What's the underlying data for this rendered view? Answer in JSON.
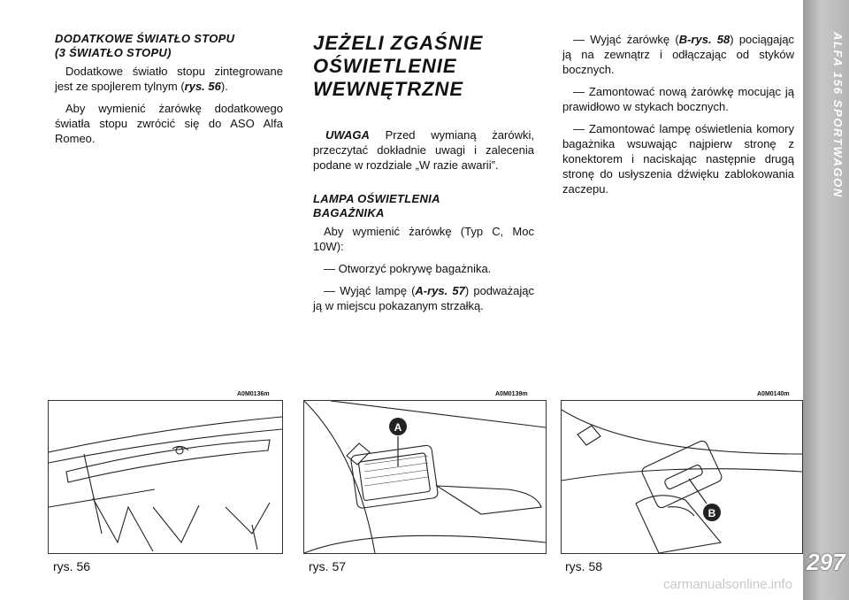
{
  "sidebar": {
    "title": "ALFA 156 SPORTWAGON",
    "page_number": "297"
  },
  "col1": {
    "heading_l1": "DODATKOWE ŚWIATŁO STOPU",
    "heading_l2": "(3 ŚWIATŁO STOPU)",
    "p1_text": "Dodatkowe światło stopu zintegrowane jest ze spojlerem tylnym (",
    "p1_ref": "rys. 56",
    "p1_end": ").",
    "p2": "Aby wymienić żarówkę dodatkowego światła stopu zwrócić się do ASO Alfa Romeo."
  },
  "col2": {
    "title_l1": "JEŻELI ZGAŚNIE",
    "title_l2": "OŚWIETLENIE",
    "title_l3": "WEWNĘTRZNE",
    "warning_label": "UWAGA",
    "warning_text": " Przed wymianą żarówki, przeczytać dokładnie uwagi i zalecenia podane w rozdziale „W razie awarii”.",
    "sub_l1": "LAMPA OŚWIETLENIA",
    "sub_l2": "BAGAŻNIKA",
    "p1": "Aby wymienić żarówkę (Typ C, Moc 10W):",
    "p2": "— Otworzyć pokrywę bagażnika.",
    "p3_start": "— Wyjąć lampę (",
    "p3_ref": "A-rys. 57",
    "p3_end": ") podważając ją w miejscu pokazanym strzałką."
  },
  "col3": {
    "p1_start": "— Wyjąć żarówkę (",
    "p1_ref": "B-rys. 58",
    "p1_end": ") pociągając ją na zewnątrz i odłączając od styków bocznych.",
    "p2": "— Zamontować nową żarówkę mocując ją prawidłowo w stykach bocznych.",
    "p3": "— Zamontować lampę oświetlenia komory bagażnika wsuwając najpierw stronę z konektorem i naciskając następnie drugą stronę do usłyszenia dźwięku zablokowania zaczepu."
  },
  "figures": [
    {
      "code": "A0M0136m",
      "caption": "rys. 56"
    },
    {
      "code": "A0M0139m",
      "caption": "rys. 57",
      "marker": "A"
    },
    {
      "code": "A0M0140m",
      "caption": "rys. 58",
      "marker": "B"
    }
  ],
  "watermark": "carmanualsonline.info"
}
